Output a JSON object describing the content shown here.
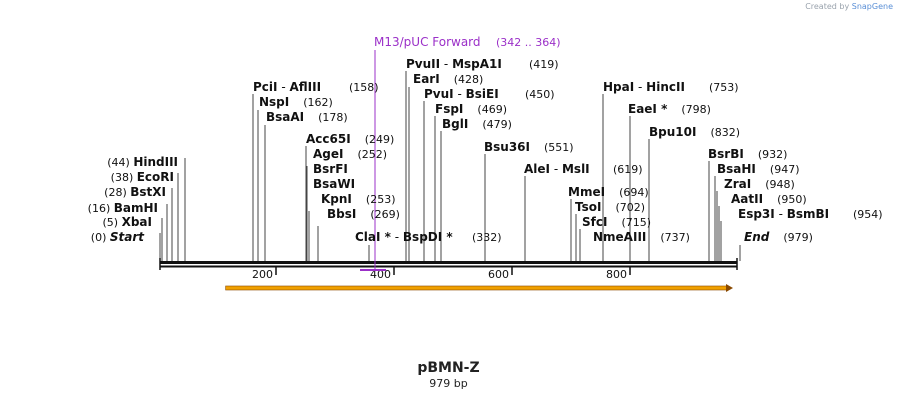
{
  "credit": {
    "prefix": "Created by",
    "brand": "SnapGene"
  },
  "plasmid": {
    "name": "pBMN-Z",
    "size_label": "979 bp",
    "length": 979
  },
  "colors": {
    "primer": "#9b30c8",
    "feature": "#f0a000",
    "feature_outline": "#8a4a00",
    "backbone": "#111111"
  },
  "axis_ticks": [
    "200",
    "400",
    "600",
    "800"
  ],
  "primer": {
    "name": "M13/pUC Forward",
    "range": "(342 .. 364)",
    "start": 342,
    "end": 364
  },
  "feature": {
    "start": 130,
    "end": 979
  },
  "sites": [
    {
      "name": "Start",
      "pos": "(0)",
      "bp": 0,
      "italic": true
    },
    {
      "name": "XbaI",
      "pos": "(5)",
      "bp": 5
    },
    {
      "name": "BamHI",
      "pos": "(16)",
      "bp": 16
    },
    {
      "name": "BstXI",
      "pos": "(28)",
      "bp": 28
    },
    {
      "name": "EcoRI",
      "pos": "(38)",
      "bp": 38
    },
    {
      "name": "HindIII",
      "pos": "(44)",
      "bp": 44
    },
    {
      "name": "PciI",
      "alt": "AflIII",
      "pos": "(158)",
      "bp": 158
    },
    {
      "name": "NspI",
      "pos": "(162)",
      "bp": 162
    },
    {
      "name": "BsaAI",
      "pos": "(178)",
      "bp": 178
    },
    {
      "name": "Acc65I",
      "pos": "(249)",
      "bp": 249
    },
    {
      "name": "AgeI",
      "pos": "(252)",
      "bp": 252
    },
    {
      "name": "BsrFI",
      "pos": "",
      "bp": 252
    },
    {
      "name": "BsaWI",
      "pos": "",
      "bp": 252
    },
    {
      "name": "KpnI",
      "pos": "(253)",
      "bp": 253
    },
    {
      "name": "BbsI",
      "pos": "(269)",
      "bp": 269
    },
    {
      "name": "ClaI *",
      "alt": "BspDI *",
      "pos": "(332)",
      "bp": 332
    },
    {
      "name": "PvuII",
      "alt": "MspA1I",
      "pos": "(419)",
      "bp": 419
    },
    {
      "name": "EarI",
      "pos": "(428)",
      "bp": 428
    },
    {
      "name": "PvuI",
      "alt": "BsiEI",
      "pos": "(450)",
      "bp": 450
    },
    {
      "name": "FspI",
      "pos": "(469)",
      "bp": 469
    },
    {
      "name": "BglI",
      "pos": "(479)",
      "bp": 479
    },
    {
      "name": "Bsu36I",
      "pos": "(551)",
      "bp": 551
    },
    {
      "name": "AleI",
      "alt": "MslI",
      "pos": "(619)",
      "bp": 619
    },
    {
      "name": "MmeI",
      "pos": "(694)",
      "bp": 694
    },
    {
      "name": "TsoI",
      "pos": "(702)",
      "bp": 702
    },
    {
      "name": "SfcI",
      "pos": "(715)",
      "bp": 715
    },
    {
      "name": "NmeAIII",
      "pos": "(737)",
      "bp": 737
    },
    {
      "name": "HpaI",
      "alt": "HincII",
      "pos": "(753)",
      "bp": 753
    },
    {
      "name": "EaeI *",
      "pos": "(798)",
      "bp": 798
    },
    {
      "name": "Bpu10I",
      "pos": "(832)",
      "bp": 832
    },
    {
      "name": "BsrBI",
      "pos": "(932)",
      "bp": 932
    },
    {
      "name": "BsaHI",
      "pos": "(947)",
      "bp": 947
    },
    {
      "name": "ZraI",
      "pos": "(948)",
      "bp": 948
    },
    {
      "name": "AatII",
      "pos": "(950)",
      "bp": 950
    },
    {
      "name": "Esp3I",
      "alt": "BsmBI",
      "pos": "(954)",
      "bp": 954
    },
    {
      "name": "End",
      "pos": "(979)",
      "bp": 979,
      "italic": true
    }
  ]
}
